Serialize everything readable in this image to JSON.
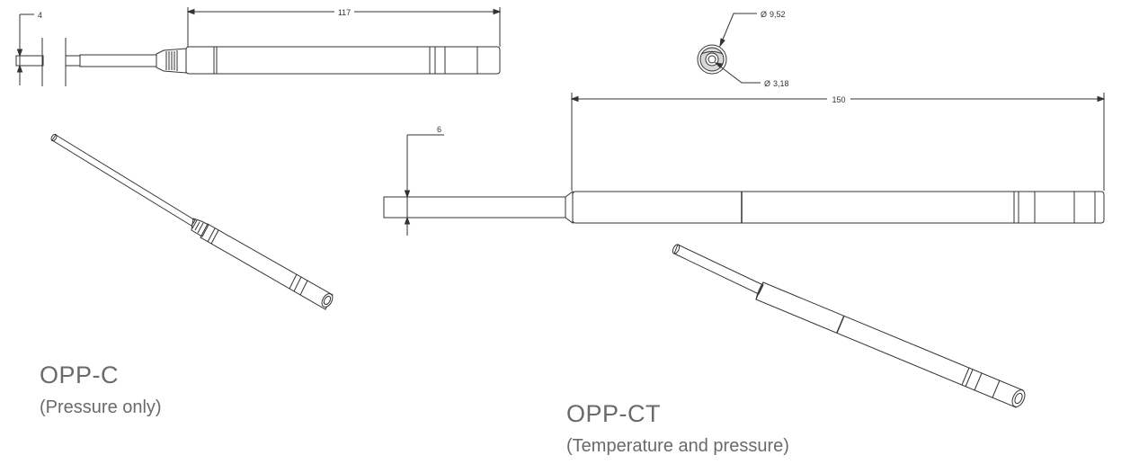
{
  "dimensions": {
    "opp_c_tip": "4",
    "opp_c_length": "117",
    "outer_diameter": "9,52",
    "inner_diameter": "3,18",
    "opp_ct_length": "150",
    "opp_ct_tip": "6"
  },
  "diameter_symbol": "Ø",
  "products": [
    {
      "name": "OPP-C",
      "description": "(Pressure only)"
    },
    {
      "name": "OPP-CT",
      "description": "(Temperature and pressure)"
    }
  ],
  "colors": {
    "line": "#333333",
    "caption": "#6a6a6a"
  }
}
